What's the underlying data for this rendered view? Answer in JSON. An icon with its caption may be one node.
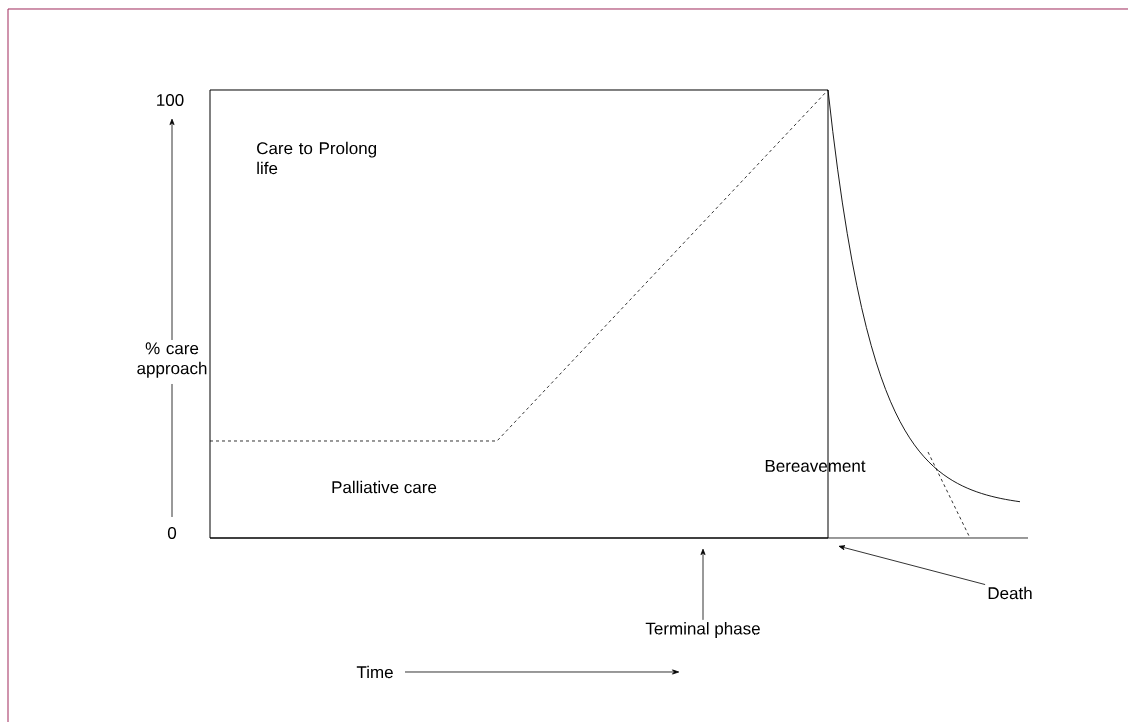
{
  "diagram": {
    "nodes": [
      {
        "text": [
          "Terminal phase"
        ]
      },
      {
        "text": [
          "Death"
        ]
      }
    ],
    "edges": [
      {
        "from": 0,
        "to": null,
        "arrow": "to"
      },
      {
        "from": 1,
        "to": null,
        "arrow": "to"
      }
    ],
    "labels": [
      "100",
      "Care to Prolong life",
      "% care approach",
      "0",
      "Palliative care",
      "Bereavement",
      "Time"
    ]
  }
}
